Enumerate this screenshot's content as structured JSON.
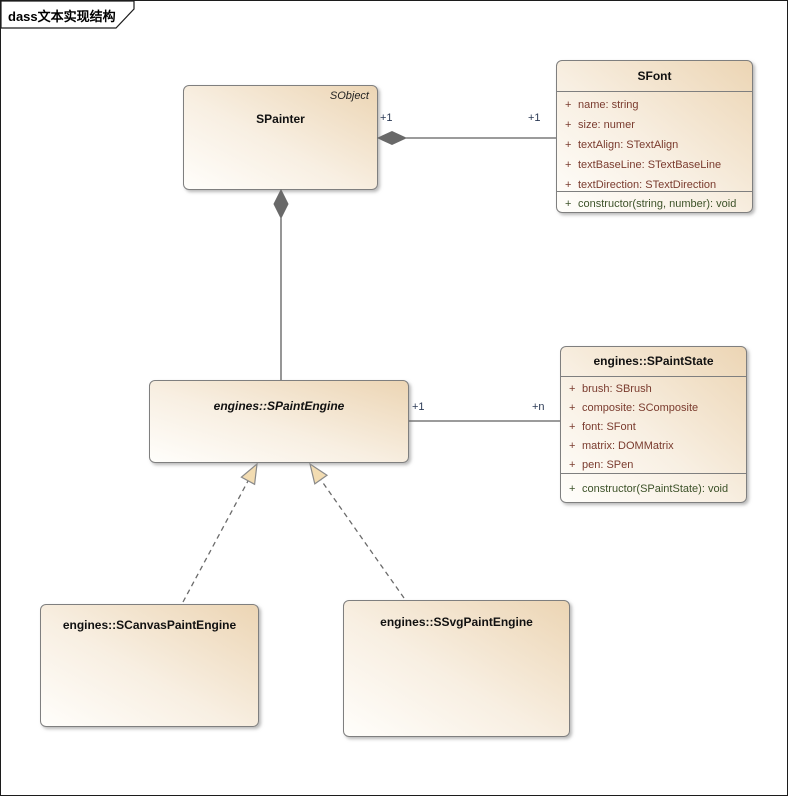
{
  "frame": {
    "label": "dass文本实现结构"
  },
  "colors": {
    "box_fill_light": "#fffefb",
    "box_fill_dark": "#ecd5b4",
    "box_border": "#7f7f7f",
    "attribute_text": "#7a3b2e",
    "operation_text": "#3d5229",
    "multiplicity_text": "#2b3a55",
    "diamond_fill": "#696969",
    "triangle_fill": "#f2dcb2",
    "line_color": "#5f5f5f"
  },
  "classes": {
    "spainter": {
      "stereotype": "SObject",
      "name": "SPainter"
    },
    "sfont": {
      "name": "SFont",
      "attributes": [
        {
          "visibility": "+",
          "text": "name: string"
        },
        {
          "visibility": "+",
          "text": "size: numer"
        },
        {
          "visibility": "+",
          "text": "textAlign: STextAlign"
        },
        {
          "visibility": "+",
          "text": "textBaseLine: STextBaseLine"
        },
        {
          "visibility": "+",
          "text": "textDirection: STextDirection"
        }
      ],
      "operations": [
        {
          "visibility": "+",
          "text": "constructor(string, number): void"
        }
      ]
    },
    "spaintengine": {
      "name": "engines::SPaintEngine"
    },
    "spaintstate": {
      "name": "engines::SPaintState",
      "attributes": [
        {
          "visibility": "+",
          "text": "brush: SBrush"
        },
        {
          "visibility": "+",
          "text": "composite: SComposite"
        },
        {
          "visibility": "+",
          "text": "font: SFont"
        },
        {
          "visibility": "+",
          "text": "matrix: DOMMatrix"
        },
        {
          "visibility": "+",
          "text": "pen: SPen"
        }
      ],
      "operations": [
        {
          "visibility": "+",
          "text": "constructor(SPaintState): void"
        }
      ]
    },
    "scanvaspaintengine": {
      "name": "engines::SCanvasPaintEngine"
    },
    "ssvgpaintengine": {
      "name": "engines::SSvgPaintEngine"
    }
  },
  "relations": {
    "painter_font": {
      "source_label": "+1",
      "target_label": "+1"
    },
    "engine_state": {
      "source_label": "+1",
      "target_label": "+n"
    }
  }
}
